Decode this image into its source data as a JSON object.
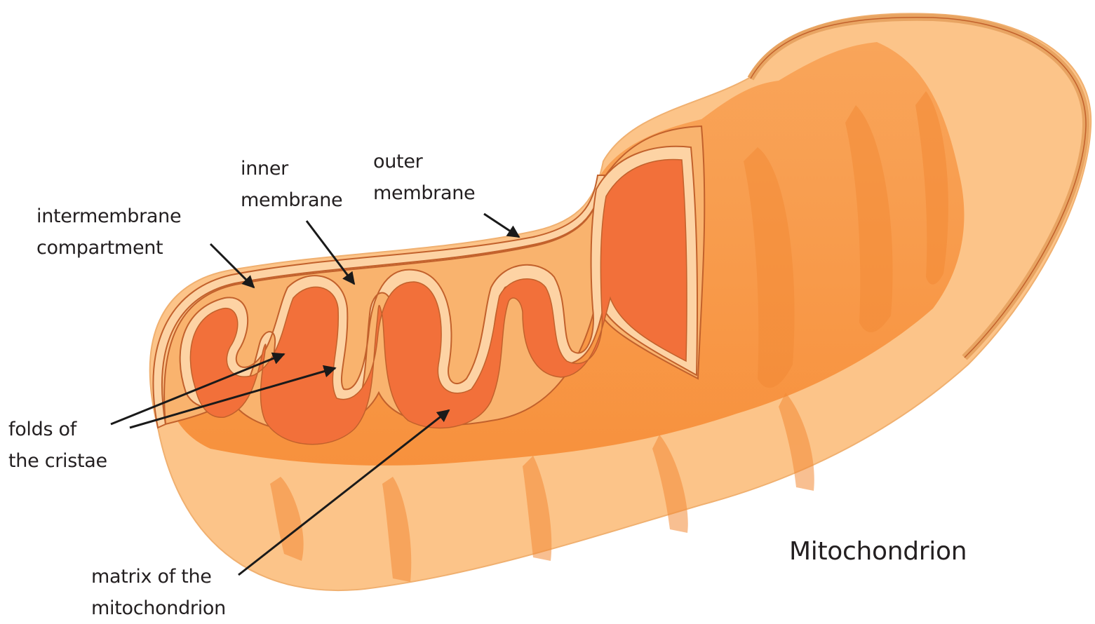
{
  "title": "Mitochondrion",
  "labels": {
    "inner_membrane": [
      "inner",
      "membrane"
    ],
    "outer_membrane": [
      "outer",
      "membrane"
    ],
    "intermembrane": [
      "intermembrane",
      "compartment"
    ],
    "cristae": [
      "folds of",
      "the cristae"
    ],
    "matrix": [
      "matrix of the",
      "mitochondrion"
    ]
  },
  "colors": {
    "outer_shell": "#fcc489",
    "outer_edge": "#e8a462",
    "cut_face": "#f9b36e",
    "inner_body": "#f89a46",
    "matrix": "#f2703a",
    "outline": "#c2612c",
    "arrow": "#1a1a1a",
    "text": "#231f20"
  }
}
